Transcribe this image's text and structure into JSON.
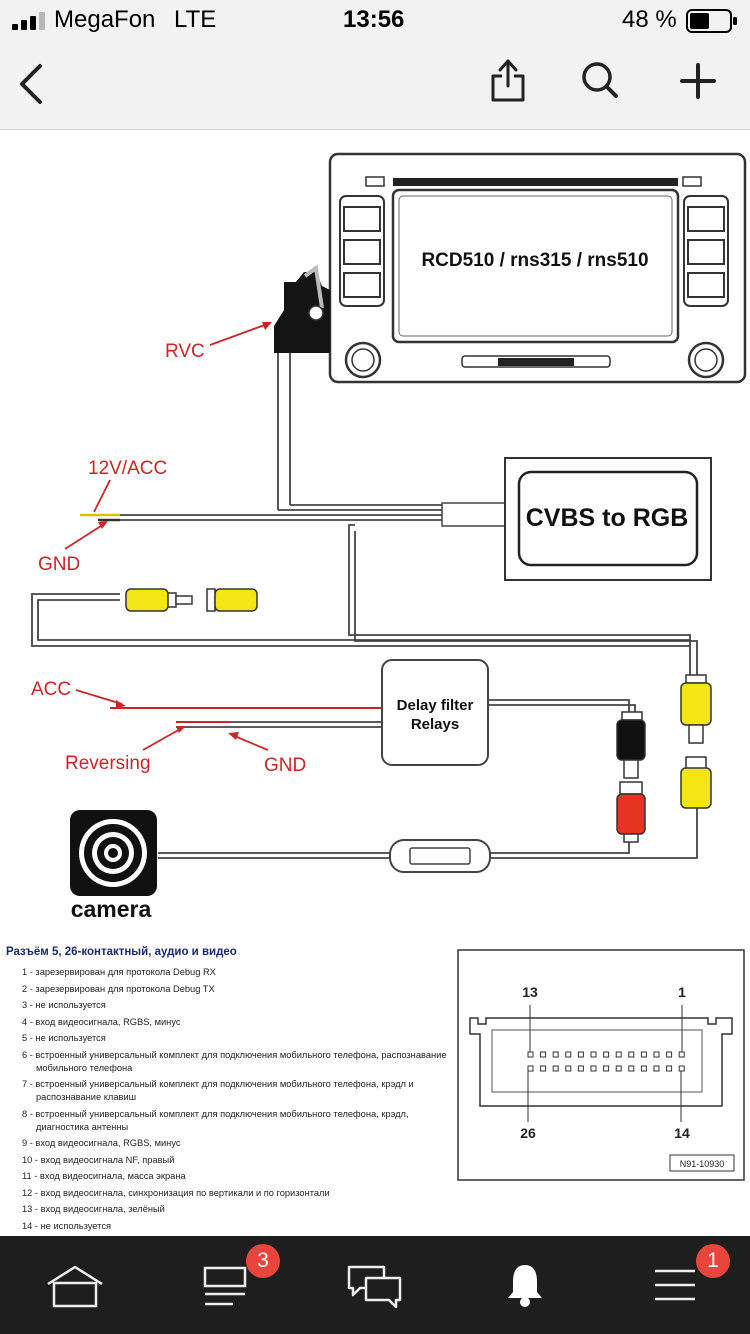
{
  "status": {
    "carrier": "MegaFon",
    "network": "LTE",
    "time": "13:56",
    "battery": "48 %",
    "battery_level": 0.48
  },
  "nav": {
    "back_icon": "chevron-left-icon",
    "share_icon": "share-icon",
    "search_icon": "search-icon",
    "add_icon": "plus-icon"
  },
  "diagram": {
    "head_unit": "RCD510 / rns315 / rns510",
    "converter": "CVBS to RGB",
    "relay": [
      "Delay filter",
      "Relays"
    ],
    "labels": {
      "rvc": "RVC",
      "power": "12V/ACC",
      "gnd1": "GND",
      "acc": "ACC",
      "reversing": "Reversing",
      "gnd2": "GND",
      "camera": "camera"
    }
  },
  "connector": {
    "title": "Разъём 5, 26-контактный, аудио и видео",
    "pins": [
      "1 - зарезервирован для протокола Debug RX",
      "2 - зарезервирован для протокола Debug TX",
      "3 - не используется",
      "4 - вход видеосигнала, RGBS, минус",
      "5 - не используется",
      "6 - встроенный универсальный комплект для подключения мобильного телефона, распознавание мобильного телефона",
      "7 - встроенный универсальный комплект для подключения мобильного телефона, крэдл и распознавание клавиш",
      "8 - встроенный универсальный комплект для подключения мобильного телефона, крэдл, диагностика антенны",
      "9 - вход видеосигнала, RGBS, минус",
      "10 - вход видеосигнала NF, правый",
      "11 - вход видеосигнала, масса экрана",
      "12 - вход видеосигнала, синхронизация по вертикали и по горизонтали",
      "13 - вход видеосигнала, зелёный",
      "14 - не используется"
    ],
    "pin_labels": {
      "top_left": "13",
      "top_right": "1",
      "bottom_left": "26",
      "bottom_right": "14"
    },
    "part_no": "N91-10930"
  },
  "tabbar": {
    "home_icon": "home-icon",
    "feed_icon": "feed-icon",
    "feed_badge": "3",
    "messages_icon": "chat-icon",
    "notifications_icon": "bell-icon",
    "menu_icon": "menu-icon",
    "menu_badge": "1"
  },
  "colors": {
    "wire_red": "#c62828",
    "rca_yellow": "#f4e612",
    "rca_red": "#e53420",
    "badge": "#e8453c",
    "tabbar": "#1e1e1e"
  }
}
